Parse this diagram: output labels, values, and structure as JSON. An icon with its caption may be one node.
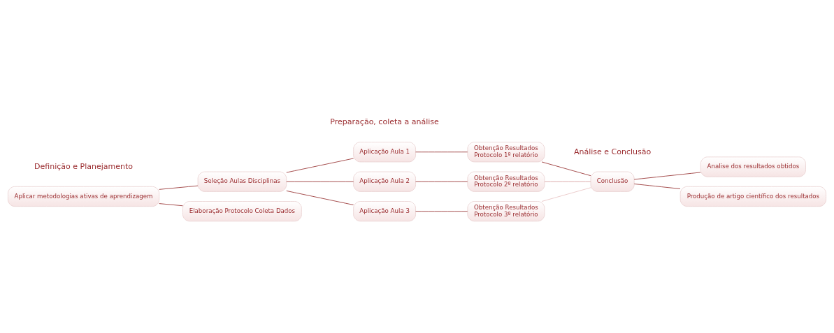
{
  "diagram": {
    "nodes": [
      {
        "text": [
          "Aplicar metodologias ativas de aprendizagem"
        ]
      },
      {
        "text": [
          "Seleção Aulas Disciplinas"
        ]
      },
      {
        "text": [
          "Elaboração Protocolo Coleta Dados"
        ]
      },
      {
        "text": [
          "Aplicação Aula 1"
        ]
      },
      {
        "text": [
          "Aplicação Aula 2"
        ]
      },
      {
        "text": [
          "Aplicação Aula 3"
        ]
      },
      {
        "text": [
          "Obtenção Resultados",
          "Protocolo 1º relatório"
        ]
      },
      {
        "text": [
          "Obtenção Resultados",
          "Protocolo 2º relatório"
        ]
      },
      {
        "text": [
          "Obtenção Resultados",
          "Protocolo 3º relatório"
        ]
      },
      {
        "text": [
          "Conclusão"
        ]
      },
      {
        "text": [
          "Analise dos resultados obtidos"
        ]
      },
      {
        "text": [
          "Produção de artigo científico dos resultados"
        ]
      }
    ],
    "edges": [
      {
        "from": 0,
        "to": 1,
        "arrow": "none"
      },
      {
        "from": 0,
        "to": 2,
        "arrow": "none"
      },
      {
        "from": 1,
        "to": 3,
        "arrow": "none"
      },
      {
        "from": 1,
        "to": 4,
        "arrow": "none"
      },
      {
        "from": 1,
        "to": 5,
        "arrow": "none"
      },
      {
        "from": 3,
        "to": 6,
        "arrow": "none"
      },
      {
        "from": 4,
        "to": 7,
        "arrow": "none"
      },
      {
        "from": 5,
        "to": 8,
        "arrow": "none"
      },
      {
        "from": 6,
        "to": 9,
        "arrow": "none"
      },
      {
        "from": 7,
        "to": 9,
        "arrow": "none",
        "color": "#dba9a9"
      },
      {
        "from": 8,
        "to": 9,
        "arrow": "none",
        "color": "#ebcaca"
      },
      {
        "from": 9,
        "to": 10,
        "arrow": "none"
      },
      {
        "from": 9,
        "to": 11,
        "arrow": "none"
      }
    ],
    "labels": [
      "Definição e Planejamento",
      "Preparação, coleta a análise",
      "Análise e Conclusão"
    ]
  }
}
